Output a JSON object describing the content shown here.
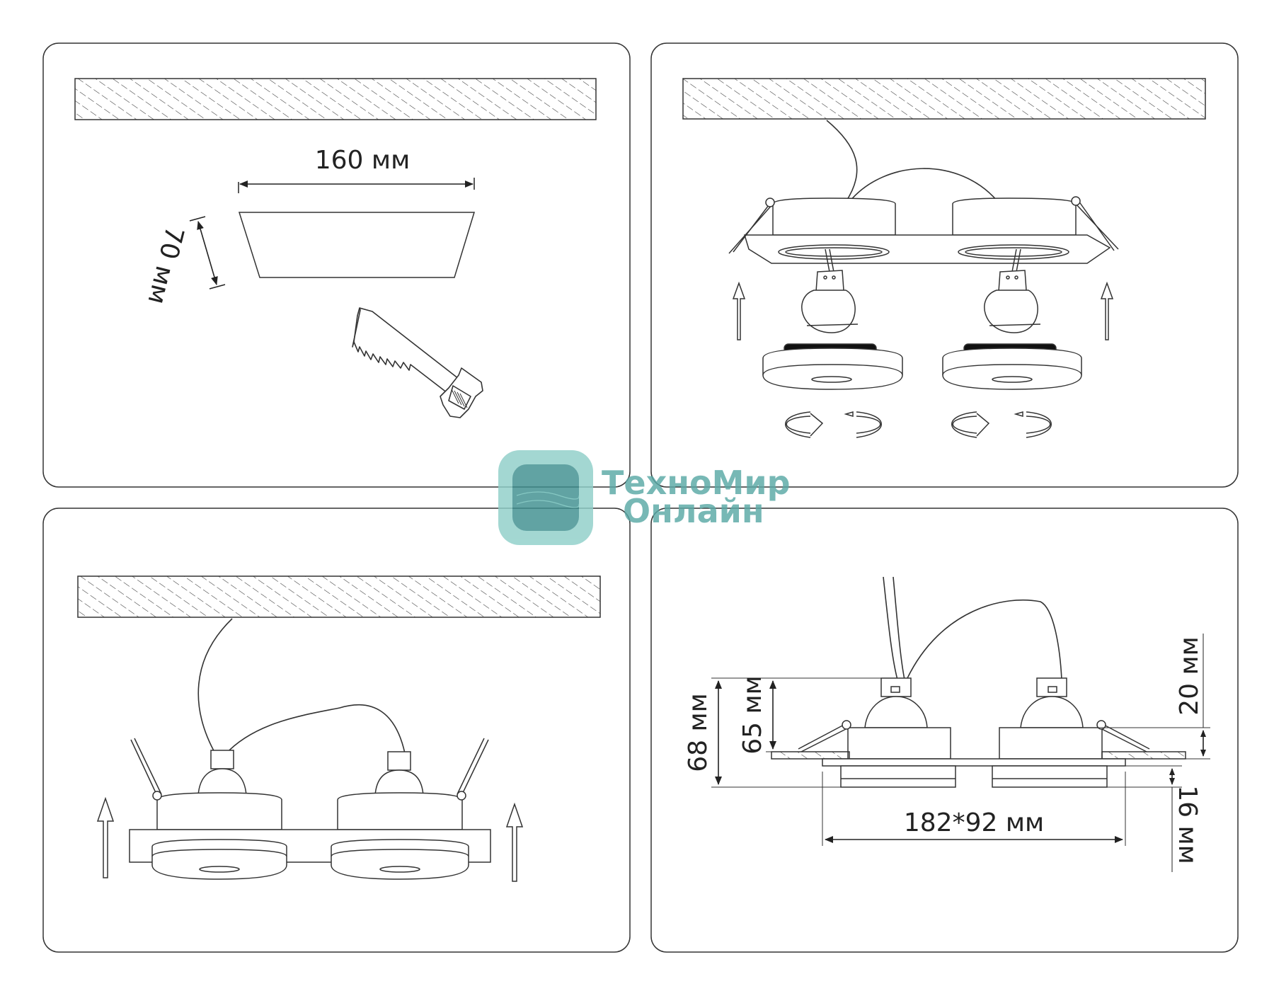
{
  "panels": {
    "cutout": {
      "width_label": "160 мм",
      "height_label": "70 мм"
    },
    "dimensions": {
      "total_height": "68 мм",
      "body_height": "65 мм",
      "top_height": "20 мм",
      "bottom_height": "16 мм",
      "frame_size": "182*92 мм"
    }
  },
  "watermark": {
    "line1": "ТехноМир",
    "line2": "Онлайн",
    "colors": {
      "text": "#5aa9a6",
      "badge_outer": "#8fcfc9",
      "badge_inner": "#3f8f8f"
    }
  }
}
